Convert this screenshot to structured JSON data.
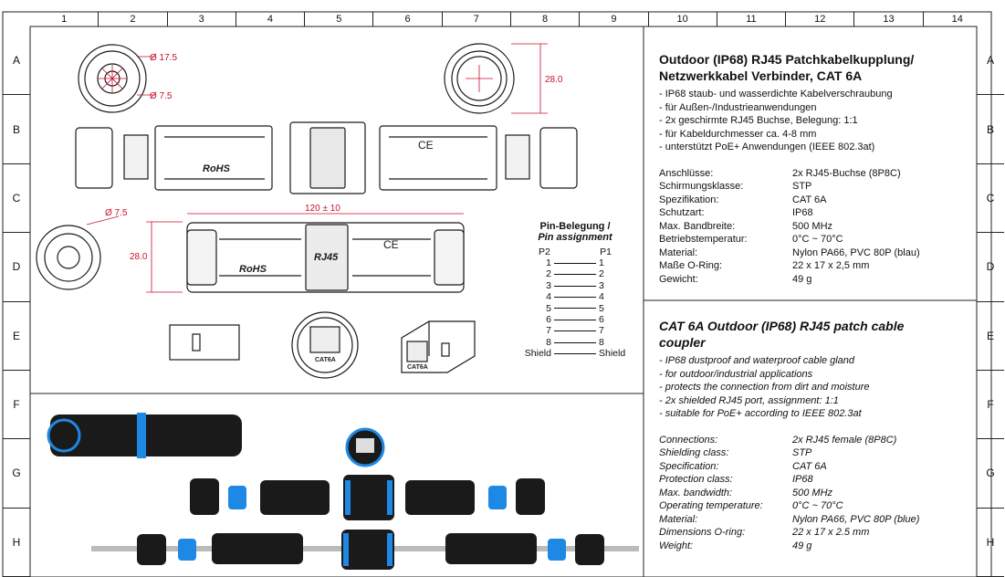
{
  "ruler": {
    "columns": [
      "1",
      "2",
      "3",
      "4",
      "5",
      "6",
      "7",
      "8",
      "9",
      "10",
      "11",
      "12",
      "13",
      "14"
    ],
    "rows": [
      "A",
      "B",
      "C",
      "D",
      "E",
      "F",
      "G",
      "H"
    ]
  },
  "drawing": {
    "dia_17_5": "Ø 17.5",
    "dia_7_5_top": "Ø 7.5",
    "dim_28_top": "28.0",
    "dia_7_5_side": "Ø 7.5",
    "dim_120": "120 ± 10",
    "dim_28_side": "28.0",
    "rohs": "RoHS",
    "rj45": "RJ45",
    "ce": "CE",
    "cat6a": "CAT6A"
  },
  "pins": {
    "title": "Pin-Belegung /",
    "title_en": "Pin assignment",
    "col_left": "P2",
    "col_right": "P1",
    "rows": [
      {
        "l": "1",
        "r": "1"
      },
      {
        "l": "2",
        "r": "2"
      },
      {
        "l": "3",
        "r": "3"
      },
      {
        "l": "4",
        "r": "4"
      },
      {
        "l": "5",
        "r": "5"
      },
      {
        "l": "6",
        "r": "6"
      },
      {
        "l": "7",
        "r": "7"
      },
      {
        "l": "8",
        "r": "8"
      },
      {
        "l": "Shield",
        "r": "Shield"
      }
    ]
  },
  "de": {
    "title1": "Outdoor (IP68) RJ45 Patchkabelkupplung/",
    "title2": "Netzwerkkabel Verbinder, CAT 6A",
    "bullets": [
      "- IP68 staub- und wasserdichte Kabelverschraubung",
      "- für Außen-/Industrieanwendungen",
      "- 2x geschirmte RJ45 Buchse, Belegung: 1:1",
      "- für Kabeldurchmesser ca. 4-8 mm",
      "- unterstützt PoE+ Anwendungen (IEEE 802.3at)"
    ],
    "specs": [
      {
        "k": "Anschlüsse:",
        "v": "2x RJ45-Buchse (8P8C)"
      },
      {
        "k": "Schirmungsklasse:",
        "v": "STP"
      },
      {
        "k": "Spezifikation:",
        "v": "CAT 6A"
      },
      {
        "k": "Schutzart:",
        "v": "IP68"
      },
      {
        "k": "Max. Bandbreite:",
        "v": "500 MHz"
      },
      {
        "k": "Betriebstemperatur:",
        "v": "0°C ~ 70°C"
      },
      {
        "k": "Material:",
        "v": "Nylon PA66, PVC 80P (blau)"
      },
      {
        "k": "Maße O-Ring:",
        "v": "22 x 17 x 2,5 mm"
      },
      {
        "k": "Gewicht:",
        "v": "49 g"
      }
    ]
  },
  "en": {
    "title1": "CAT 6A Outdoor (IP68) RJ45 patch cable",
    "title2": "coupler",
    "bullets": [
      "- IP68 dustproof and waterproof cable gland",
      "- for outdoor/industrial applications",
      "- protects the connection from dirt and moisture",
      "- 2x shielded RJ45 port, assignment: 1:1",
      "- suitable for PoE+ according to IEEE 802.3at"
    ],
    "specs": [
      {
        "k": "Connections:",
        "v": "2x RJ45 female (8P8C)"
      },
      {
        "k": "Shielding class:",
        "v": "STP"
      },
      {
        "k": "Specification:",
        "v": "CAT 6A"
      },
      {
        "k": "Protection class:",
        "v": "IP68"
      },
      {
        "k": "Max. bandwidth:",
        "v": "500 MHz"
      },
      {
        "k": "Operating temperature:",
        "v": "0°C ~ 70°C"
      },
      {
        "k": "Material:",
        "v": "Nylon PA66, PVC 80P (blue)"
      },
      {
        "k": "Dimensions O-ring:",
        "v": "22 x 17 x 2.5 mm"
      },
      {
        "k": "Weight:",
        "v": "49 g"
      }
    ]
  },
  "colors": {
    "dimension": "#c8102e",
    "accent_blue": "#1e88e5",
    "part_dark": "#1a1a1a"
  }
}
